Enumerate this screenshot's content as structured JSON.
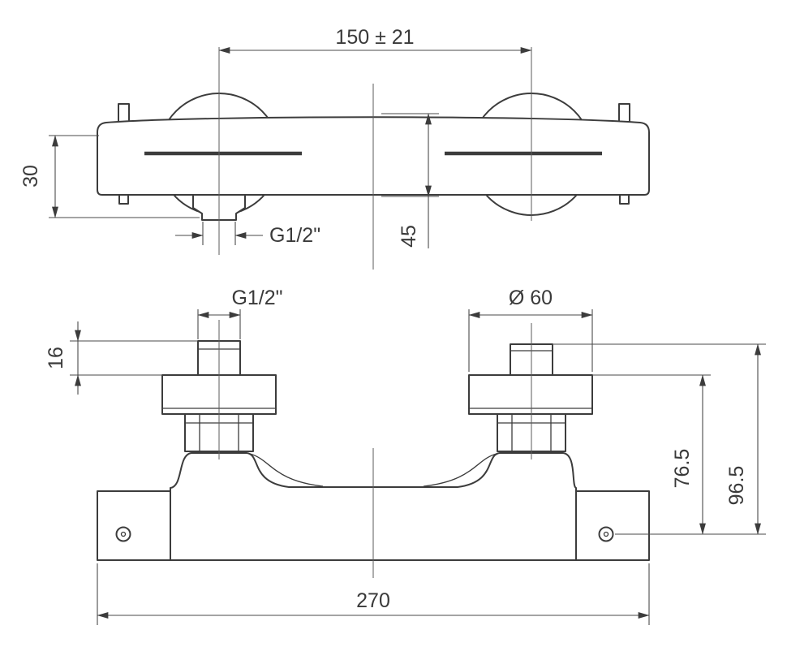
{
  "colors": {
    "background": "#ffffff",
    "object_line": "#3c3c3c",
    "dimension_line": "#4a4a4a",
    "text": "#3a3a3a"
  },
  "front_view": {
    "connection_span": "150 ± 21",
    "outlet_offset": "30",
    "body_depth": "45",
    "outlet_thread": "G1/2\""
  },
  "bottom_view": {
    "inlet_thread": "G1/2\"",
    "escutcheon_diameter": "Ø 60",
    "inlet_pipe_height": "16",
    "height_to_axis": "76.5",
    "overall_height": "96.5",
    "overall_width": "270"
  }
}
